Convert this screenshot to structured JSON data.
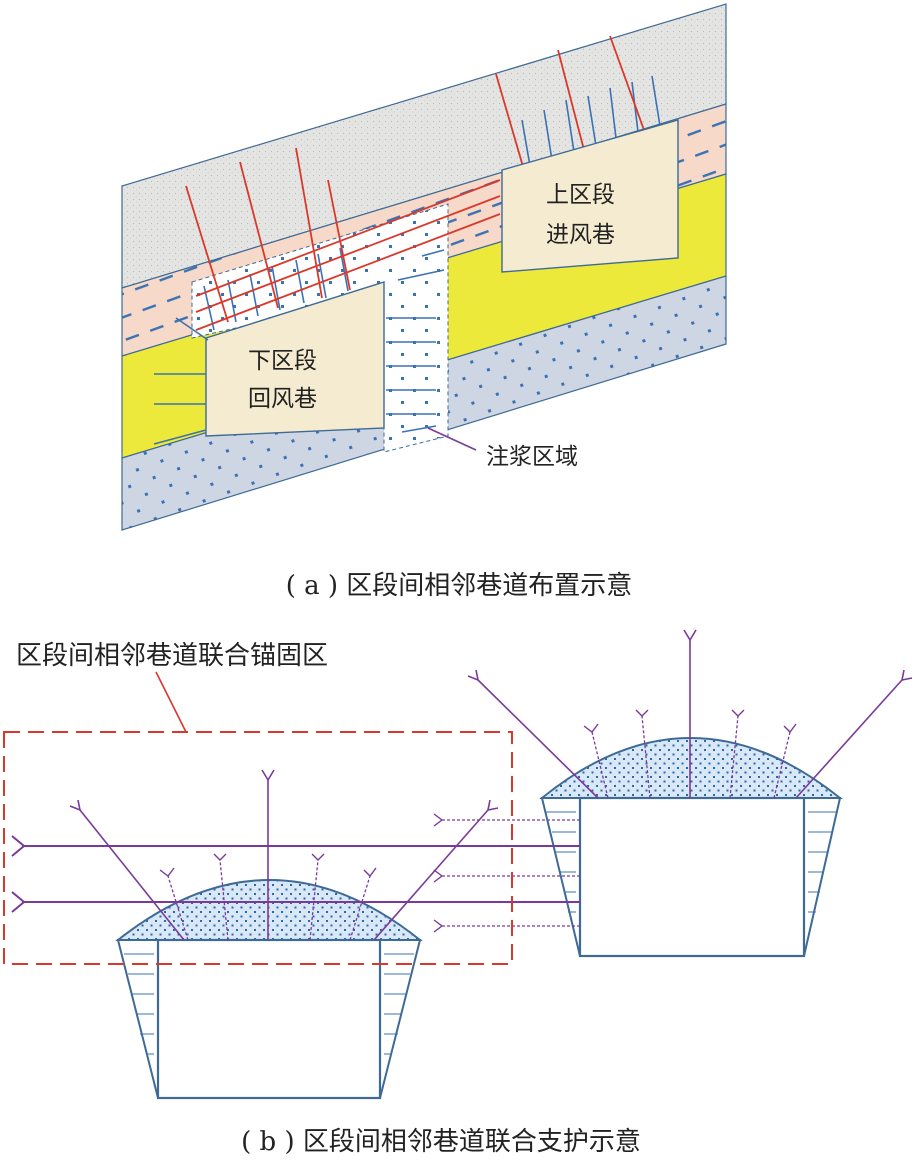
{
  "figure_a": {
    "label_upper_roadway_1": "上区段",
    "label_upper_roadway_2": "进风巷",
    "label_lower_roadway_1": "下区段",
    "label_lower_roadway_2": "回风巷",
    "label_grouting_zone": "注浆区域",
    "caption": "( a ) 区段间相邻巷道布置示意"
  },
  "figure_b": {
    "label_joint_anchorage_zone": "区段间相邻巷道联合锚固区",
    "caption": "( b ) 区段间相邻巷道联合支护示意"
  },
  "colors": {
    "rock_top": "#e3e3e1",
    "mudstone": "#f6d9c8",
    "coal": "#ece93a",
    "floor": "#cfd6e3",
    "roadway": "#f5ebd0",
    "outline": "#3e6a96",
    "cable_red": "#d9392b",
    "bolt_blue": "#3a72b4",
    "bolt_purple": "#7a3a9a",
    "dashed_zone": "#d9392b",
    "grout_fill": "#d9e8f7"
  }
}
